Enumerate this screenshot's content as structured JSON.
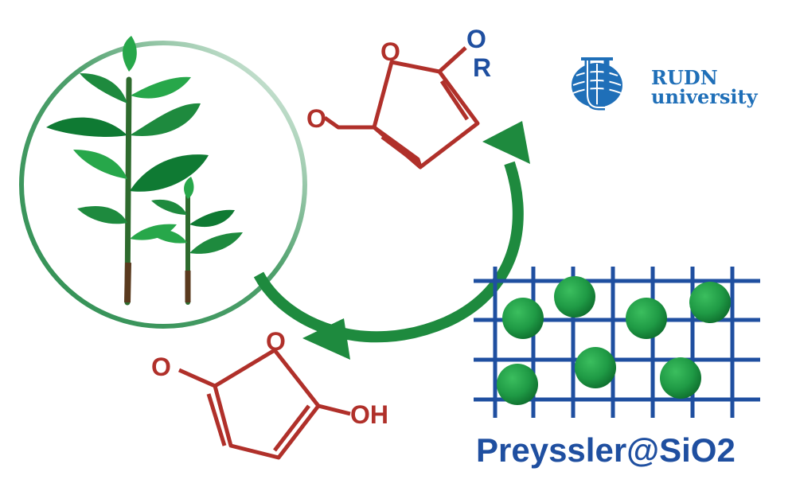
{
  "colors": {
    "molecule": "#B0302A",
    "blue": "#1F4FA0",
    "arrow": "#1E8A3E",
    "leaf_dark": "#0F7A33",
    "leaf_light": "#27A74A",
    "stem": "#5A3A1E",
    "circle": "#2F8F52",
    "sphere": "#1F9A45"
  },
  "molecule_top": {
    "ring_oxygen": "O",
    "substituent_o": "O",
    "substituent_r": "R",
    "aldehyde_o": "O"
  },
  "molecule_bottom": {
    "ring_oxygen": "O",
    "carbonyl_o": "O",
    "hydroxyl": "OH"
  },
  "logo": {
    "line1": "RUDN",
    "line2": "university"
  },
  "catalyst": {
    "label": "Preyssler@SiO2"
  },
  "icons": [
    "plant-icon",
    "curved-arrow-icon",
    "catalyst-grid-icon",
    "university-globe-icon"
  ]
}
